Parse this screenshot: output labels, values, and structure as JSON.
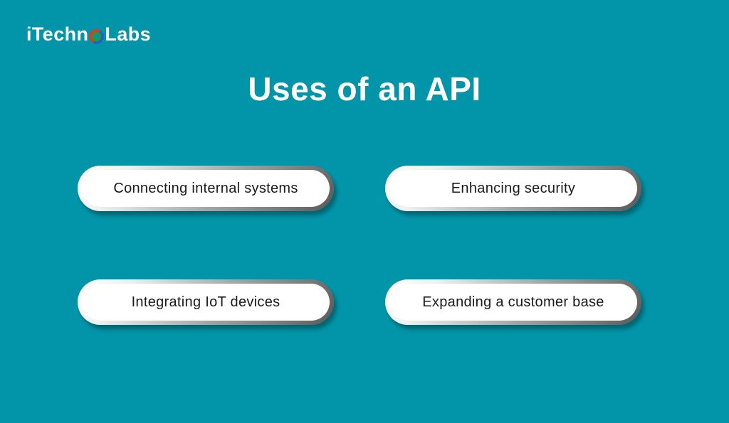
{
  "colors": {
    "background": "#0295A9",
    "title_text": "#FFFFFF",
    "logo_text": "#FFFFFF",
    "logo_o_red": "#D43D2A",
    "logo_o_green": "#1FA12E",
    "logo_o_blue": "#1D63C9",
    "pill_fill": "#FFFFFF",
    "pill_text": "#1B1B1B",
    "rim_light": "#FFFFFF",
    "rim_dark": "#595959"
  },
  "logo": {
    "text_before_o": "iTechn",
    "o_icon": "multicolor-ring",
    "text_after_o": "Labs"
  },
  "title": "Uses of an API",
  "pills": [
    {
      "label": "Connecting internal systems"
    },
    {
      "label": "Enhancing security"
    },
    {
      "label": "Integrating IoT devices"
    },
    {
      "label": "Expanding a customer base"
    }
  ]
}
